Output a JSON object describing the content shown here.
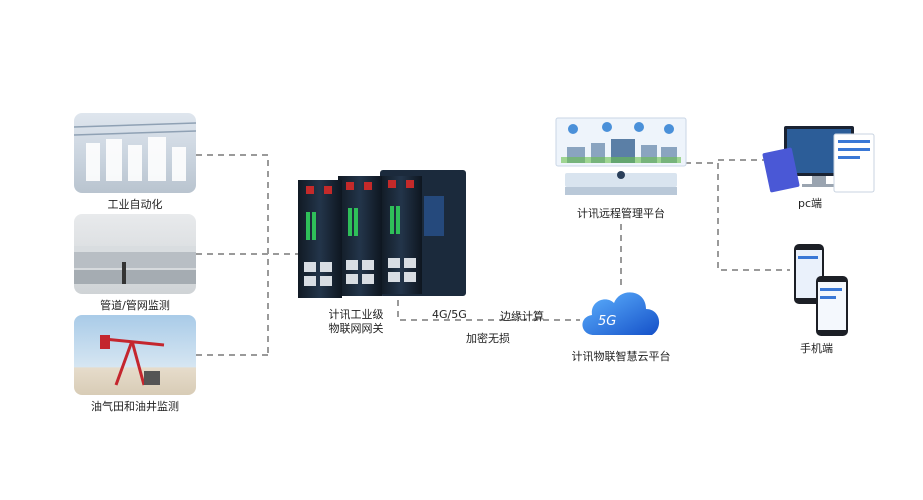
{
  "sources": [
    {
      "label": "工业自动化",
      "icon": "factory-photo"
    },
    {
      "label": "管道/管网监测",
      "icon": "pipeline-photo"
    },
    {
      "label": "油气田和油井监测",
      "icon": "oil-well-photo"
    }
  ],
  "gateway": {
    "line1": "计讯工业级",
    "line2": "物联网网关"
  },
  "links": {
    "network": "4G/5G",
    "edge": "边缘计算",
    "encryption": "加密无损"
  },
  "cloud": {
    "label": "计讯物联智慧云平台",
    "badge": "5G"
  },
  "platform": {
    "label": "计讯远程管理平台"
  },
  "clients": {
    "pc": "pc端",
    "mobile": "手机端"
  },
  "colors": {
    "line": "#9a9a9a",
    "cloud": "#1e6fe0",
    "device": "#1b2a3c"
  }
}
